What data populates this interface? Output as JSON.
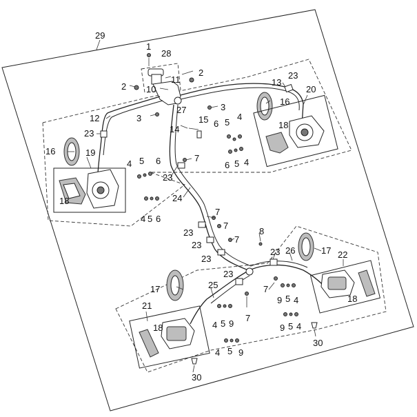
{
  "diagram": {
    "assembly_label": "29",
    "callouts": {
      "c1": "1",
      "c28": "28",
      "c2a": "2",
      "c2b": "2",
      "c11": "11",
      "c10": "10",
      "c27": "27",
      "c13": "13",
      "c23a": "23",
      "c20": "20",
      "c16a": "16",
      "c3a": "3",
      "c3b": "3",
      "c12": "12",
      "c23b": "23",
      "c14": "14",
      "c15": "15",
      "c6a": "6",
      "c5a": "5",
      "c4a": "4",
      "c18a": "18",
      "c6b": "6",
      "c5b": "5",
      "c4b": "4",
      "c16b": "16",
      "c19": "19",
      "c4c": "4",
      "c5c": "5",
      "c6c": "6",
      "c7a": "7",
      "c23c": "23",
      "c18b": "18",
      "c4d": "4",
      "c5d": "5",
      "c6d": "6",
      "c24": "24",
      "c7b": "7",
      "c23d": "23",
      "c7c": "7",
      "c23e": "23",
      "c7d": "7",
      "c23f": "23",
      "c8": "8",
      "c23g": "23",
      "c26": "26",
      "c17a": "17",
      "c22": "22",
      "c23h": "23",
      "c17b": "17",
      "c25": "25",
      "c7e": "7",
      "c9a": "9",
      "c5e": "5",
      "c4e": "4",
      "c18c": "18",
      "c21": "21",
      "c7f": "7",
      "c18d": "18",
      "c4f": "4",
      "c5f": "5",
      "c9b": "9",
      "c9c": "9",
      "c5g": "5",
      "c4g": "4",
      "c30a": "30",
      "c4h": "4",
      "c5h": "5",
      "c9d": "9",
      "c30b": "30"
    }
  }
}
